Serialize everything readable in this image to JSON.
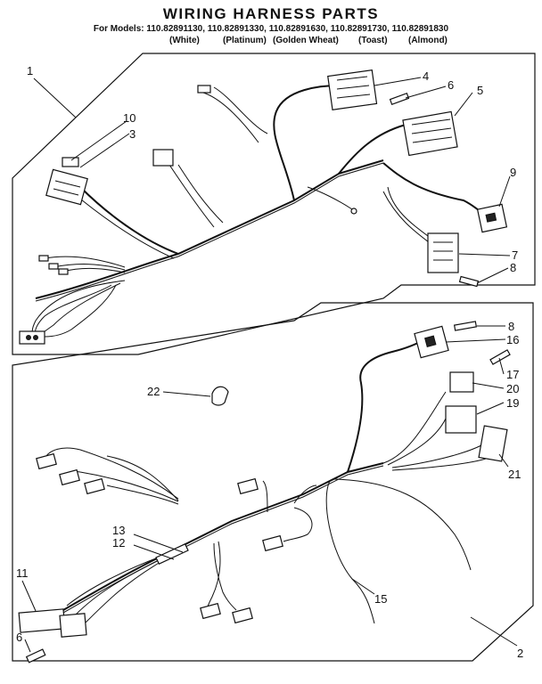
{
  "title": "WIRING HARNESS PARTS",
  "models_line": "For Models: 110.82891130, 110.82891330, 110.82891630, 110.82891730, 110.82891830",
  "colors": [
    "(White)",
    "(Platinum)",
    "(Golden Wheat)",
    "(Toast)",
    "(Almond)"
  ],
  "callouts": {
    "c1": "1",
    "c2": "2",
    "c3": "3",
    "c4": "4",
    "c5": "5",
    "c6a": "6",
    "c6b": "6",
    "c7": "7",
    "c8a": "8",
    "c8b": "8",
    "c9": "9",
    "c10": "10",
    "c11": "11",
    "c12": "12",
    "c13": "13",
    "c15": "15",
    "c16": "16",
    "c17": "17",
    "c19": "19",
    "c20": "20",
    "c21": "21",
    "c22": "22"
  }
}
